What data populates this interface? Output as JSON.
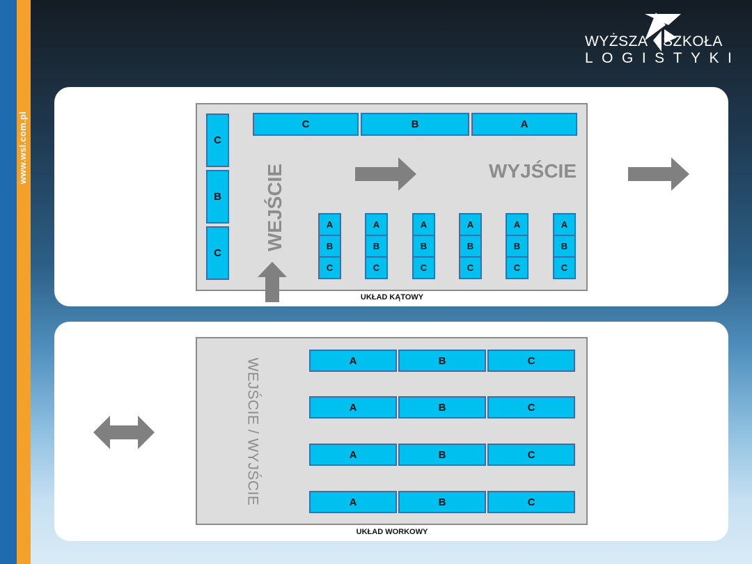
{
  "brand": {
    "url": "www.wsl.com.pl",
    "logo_word1": "WYŻSZA",
    "logo_word2": "SZKOŁA",
    "logo_word3": "LOGISTYKI"
  },
  "colors": {
    "bin_fill": "#00c0f0",
    "bin_border": "#3a6ea8",
    "warehouse_fill": "#dddddd",
    "arrow": "#808080",
    "stripe_blue": "#1f6bb0",
    "stripe_orange": "#f4a12c"
  },
  "diagram_top": {
    "caption": "UKŁAD KĄTOWY",
    "entry_label": "WEJŚCIE",
    "exit_label": "WYJŚCIE",
    "top_row": [
      "C",
      "B",
      "A"
    ],
    "left_column": [
      "C",
      "B",
      "C"
    ],
    "stack_columns": [
      [
        "A",
        "B",
        "C"
      ],
      [
        "A",
        "B",
        "C"
      ],
      [
        "A",
        "B",
        "C"
      ],
      [
        "A",
        "B",
        "C"
      ],
      [
        "A",
        "B",
        "C"
      ],
      [
        "A",
        "B",
        "C"
      ]
    ]
  },
  "diagram_bottom": {
    "caption": "UKŁAD WORKOWY",
    "io_label": "WEJŚCIE / WYJŚCIE",
    "rows": [
      [
        "A",
        "B",
        "C"
      ],
      [
        "A",
        "B",
        "C"
      ],
      [
        "A",
        "B",
        "C"
      ],
      [
        "A",
        "B",
        "C"
      ]
    ]
  },
  "icons": {
    "entry_arrow": "arrow-up-icon",
    "flow_arrow": "arrow-right-icon",
    "exit_arrow": "arrow-right-icon",
    "io_arrow": "double-arrow-icon"
  }
}
